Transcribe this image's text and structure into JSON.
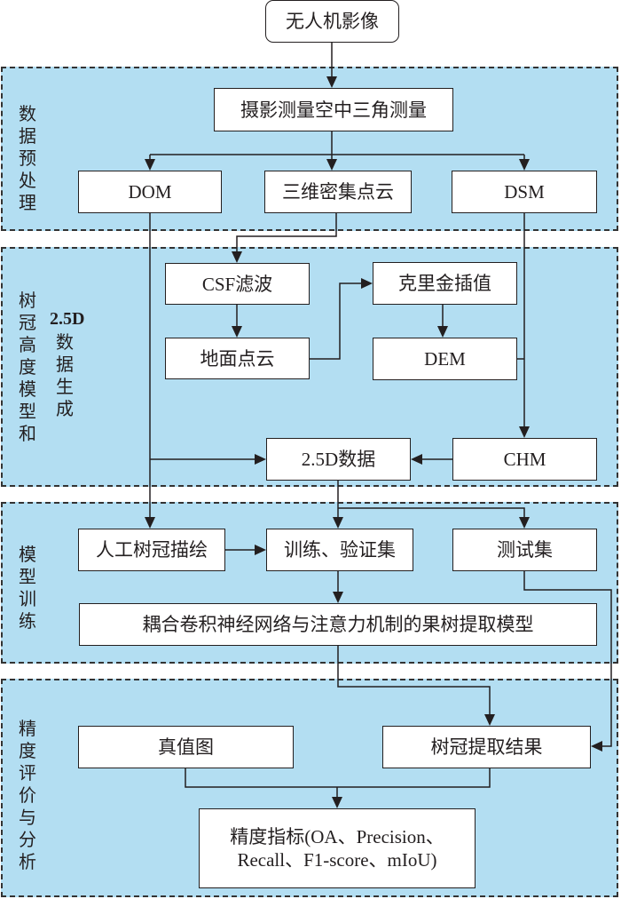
{
  "source_node": "无人机影像",
  "sections": [
    {
      "id": "preprocess",
      "label": "数据预处理"
    },
    {
      "id": "chm",
      "label": "树冠高度模型和",
      "sublabel_top": "2.5D",
      "sublabel": "数据生成"
    },
    {
      "id": "training",
      "label": "模型训练"
    },
    {
      "id": "evaluation",
      "label": "精度评价与分析"
    }
  ],
  "nodes": {
    "aerotriangulation": "摄影测量空中三角测量",
    "dom": "DOM",
    "dense_cloud": "三维密集点云",
    "dsm": "DSM",
    "csf": "CSF滤波",
    "ground_cloud": "地面点云",
    "kriging": "克里金插值",
    "dem": "DEM",
    "data25d": "2.5D数据",
    "chm": "CHM",
    "manual": "人工树冠描绘",
    "trainval": "训练、验证集",
    "test": "测试集",
    "model": "耦合卷积神经网络与注意力机制的果树提取模型",
    "truth": "真值图",
    "result": "树冠提取结果",
    "metrics_line1": "精度指标(OA、Precision、",
    "metrics_line2": "Recall、F1-score、mIoU)"
  },
  "colors": {
    "section_fill": "#b3def2",
    "box_fill": "#ffffff",
    "line": "#231f20"
  }
}
